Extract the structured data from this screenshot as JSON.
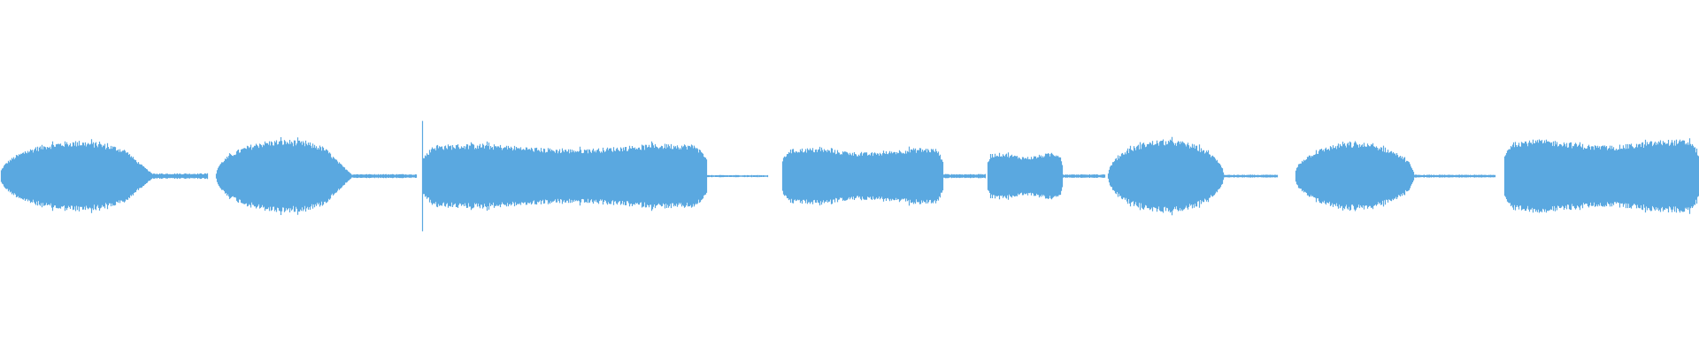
{
  "waveform": {
    "color": "#5aa8e0",
    "background": "#ffffff",
    "gap_amplitude": 0.012,
    "segments": [
      {
        "start": 0.0,
        "end": 0.09,
        "amplitude": 0.5,
        "shape": "swell",
        "tail_taper": 0.18
      },
      {
        "start": 0.09,
        "end": 0.122,
        "amplitude": 0.04,
        "shape": "flat"
      },
      {
        "start": 0.127,
        "end": 0.207,
        "amplitude": 0.52,
        "shape": "swell",
        "tail_taper": 0.2
      },
      {
        "start": 0.207,
        "end": 0.245,
        "amplitude": 0.03,
        "shape": "flat"
      },
      {
        "start": 0.248,
        "end": 0.416,
        "amplitude": 0.46,
        "shape": "plateau",
        "onset_spike": 0.78
      },
      {
        "start": 0.416,
        "end": 0.452,
        "amplitude": 0.015,
        "shape": "flat"
      },
      {
        "start": 0.46,
        "end": 0.555,
        "amplitude": 0.4,
        "shape": "plateau"
      },
      {
        "start": 0.555,
        "end": 0.58,
        "amplitude": 0.03,
        "shape": "flat"
      },
      {
        "start": 0.581,
        "end": 0.625,
        "amplitude": 0.33,
        "shape": "plateau"
      },
      {
        "start": 0.625,
        "end": 0.65,
        "amplitude": 0.025,
        "shape": "flat"
      },
      {
        "start": 0.652,
        "end": 0.72,
        "amplitude": 0.52,
        "shape": "swell"
      },
      {
        "start": 0.72,
        "end": 0.752,
        "amplitude": 0.02,
        "shape": "flat"
      },
      {
        "start": 0.762,
        "end": 0.832,
        "amplitude": 0.48,
        "shape": "swell"
      },
      {
        "start": 0.832,
        "end": 0.88,
        "amplitude": 0.02,
        "shape": "flat"
      },
      {
        "start": 0.885,
        "end": 1.0,
        "amplitude": 0.52,
        "shape": "plateau"
      }
    ]
  }
}
